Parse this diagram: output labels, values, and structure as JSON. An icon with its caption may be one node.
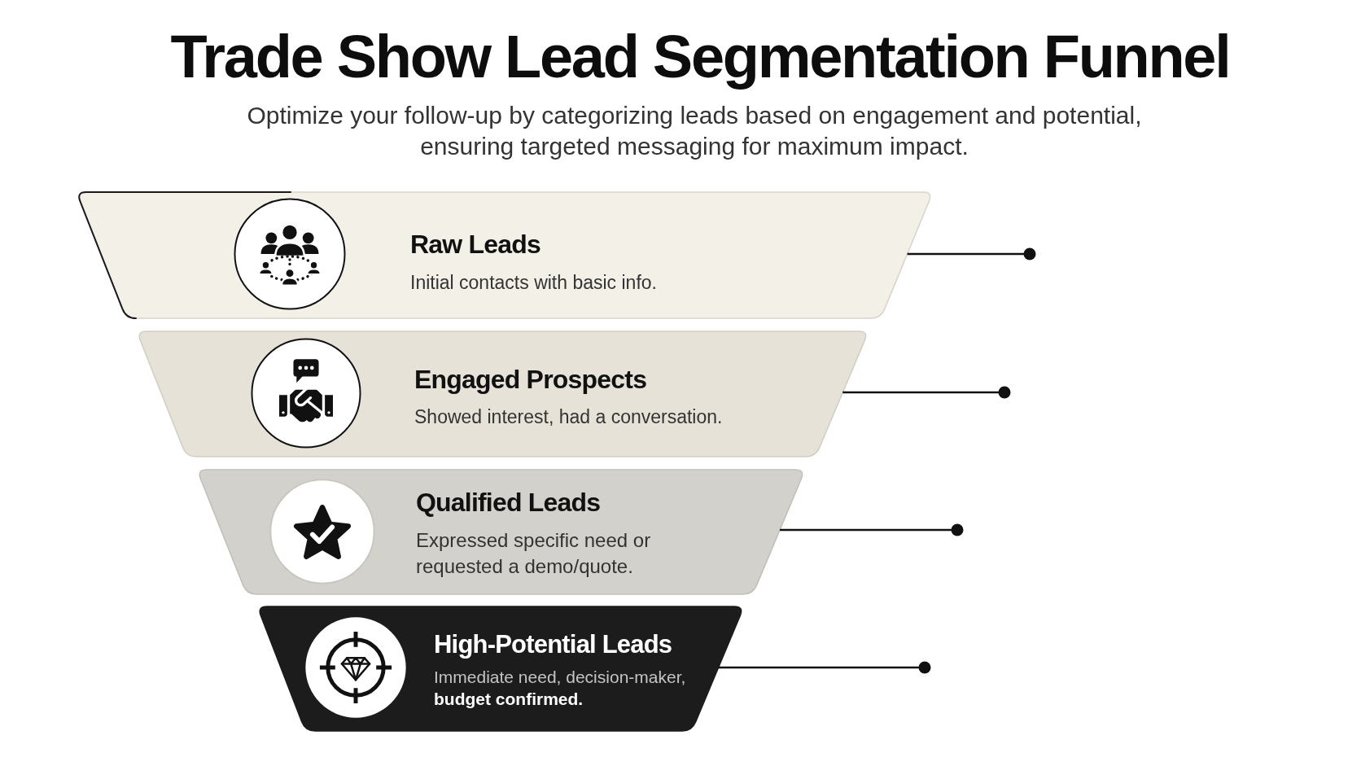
{
  "diagram": {
    "title": "Trade Show Lead Segmentation Funnel",
    "caption": "Optimize your follow-up by categorizing leads based on engagement and potential, ensuring targeted messaging for maximum impact.",
    "nodes": [
      {
        "text": [
          "Raw Leads",
          "Initial contacts with basic info."
        ]
      },
      {
        "text": [
          "Engaged Prospects",
          "Showed interest, had a conversation."
        ]
      },
      {
        "text": [
          "Qualified Leads",
          "Expressed specific need or requested a demo/quote."
        ]
      },
      {
        "text": [
          "High-Potential Leads",
          "Immediate need, decision-maker, **budget confirmed.**"
        ]
      }
    ],
    "edges": [
      {
        "from": 0,
        "to": null,
        "arrow": "other"
      },
      {
        "from": 1,
        "to": null,
        "arrow": "other"
      },
      {
        "from": 2,
        "to": null,
        "arrow": "other"
      },
      {
        "from": 3,
        "to": null,
        "arrow": "other"
      }
    ]
  }
}
